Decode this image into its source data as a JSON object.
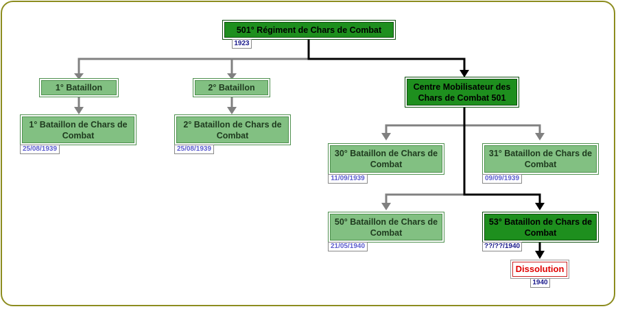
{
  "nodes": {
    "root": {
      "label": "501° Régiment de Chars de Combat",
      "date": "1923"
    },
    "bat1": {
      "label": "1° Bataillon"
    },
    "bat2": {
      "label": "2° Bataillon"
    },
    "cm501": {
      "label": "Centre Mobilisateur des Chars de Combat 501"
    },
    "bcc1": {
      "label": "1° Bataillon de Chars de Combat",
      "date": "25/08/1939"
    },
    "bcc2": {
      "label": "2° Bataillon de Chars de Combat",
      "date": "25/08/1939"
    },
    "bcc30": {
      "label": "30° Bataillon de Chars de Combat",
      "date": "11/09/1939"
    },
    "bcc31": {
      "label": "31° Bataillon de Chars de Combat",
      "date": "09/09/1939"
    },
    "bcc50": {
      "label": "50° Bataillon de Chars de Combat",
      "date": "21/05/1940"
    },
    "bcc53": {
      "label": "53° Bataillon de Chars de Combat",
      "date": "??/??/1940"
    },
    "dissolution": {
      "label": "Dissolution",
      "date": "1940"
    }
  },
  "colors": {
    "frame": "#8c8c1e",
    "light_node": "#82c082",
    "dark_node": "#1e8f1e",
    "grey_link": "#808080",
    "black_link": "#000000",
    "dissolution_text": "#e00000"
  }
}
